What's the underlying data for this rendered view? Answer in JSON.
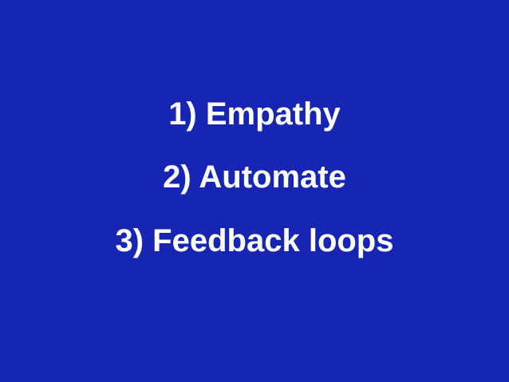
{
  "slide": {
    "background_color": "#1726b2",
    "text_color": "#ffffff",
    "items": [
      "1) Empathy",
      "2) Automate",
      "3) Feedback loops"
    ]
  }
}
